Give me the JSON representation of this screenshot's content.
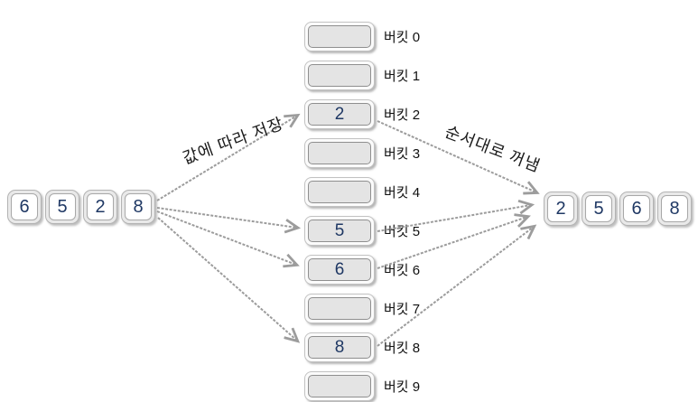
{
  "diagram": {
    "input_list": [
      "6",
      "5",
      "2",
      "8"
    ],
    "output_list": [
      "2",
      "5",
      "6",
      "8"
    ],
    "buckets": [
      {
        "label": "버킷 0",
        "value": ""
      },
      {
        "label": "버킷 1",
        "value": ""
      },
      {
        "label": "버킷 2",
        "value": "2"
      },
      {
        "label": "버킷 3",
        "value": ""
      },
      {
        "label": "버킷 4",
        "value": ""
      },
      {
        "label": "버킷 5",
        "value": "5"
      },
      {
        "label": "버킷 6",
        "value": "6"
      },
      {
        "label": "버킷 7",
        "value": ""
      },
      {
        "label": "버킷 8",
        "value": "8"
      },
      {
        "label": "버킷 9",
        "value": ""
      }
    ],
    "annotations": {
      "store": "값에 따라 저장",
      "retrieve": "순서대로 꺼냄"
    },
    "colors": {
      "digit": "#1f3864",
      "arrow": "#9c9c9c",
      "bucket_fill": "#e4e4e4",
      "cell_fill": "#ffffff",
      "label_text": "#111111"
    }
  }
}
